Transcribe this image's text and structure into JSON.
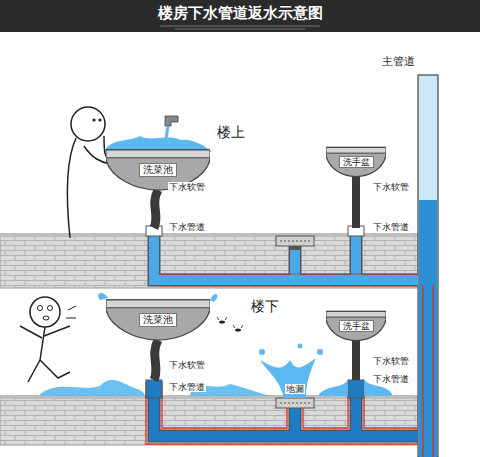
{
  "diagram": {
    "title": "楼房下水管道返水示意图",
    "nodes": [
      {
        "text": [
          "洗菜池"
        ]
      },
      {
        "text": [
          "洗手盆"
        ]
      },
      {
        "text": [
          "洗菜池"
        ]
      },
      {
        "text": [
          "洗手盆"
        ]
      }
    ],
    "labels": [
      "楼上",
      "下水软管",
      "下水管道",
      "下水软管",
      "下水管道",
      "主管道",
      "楼下",
      "下水软管",
      "下水管道",
      "地漏",
      "下水软管",
      "下水管道"
    ]
  }
}
